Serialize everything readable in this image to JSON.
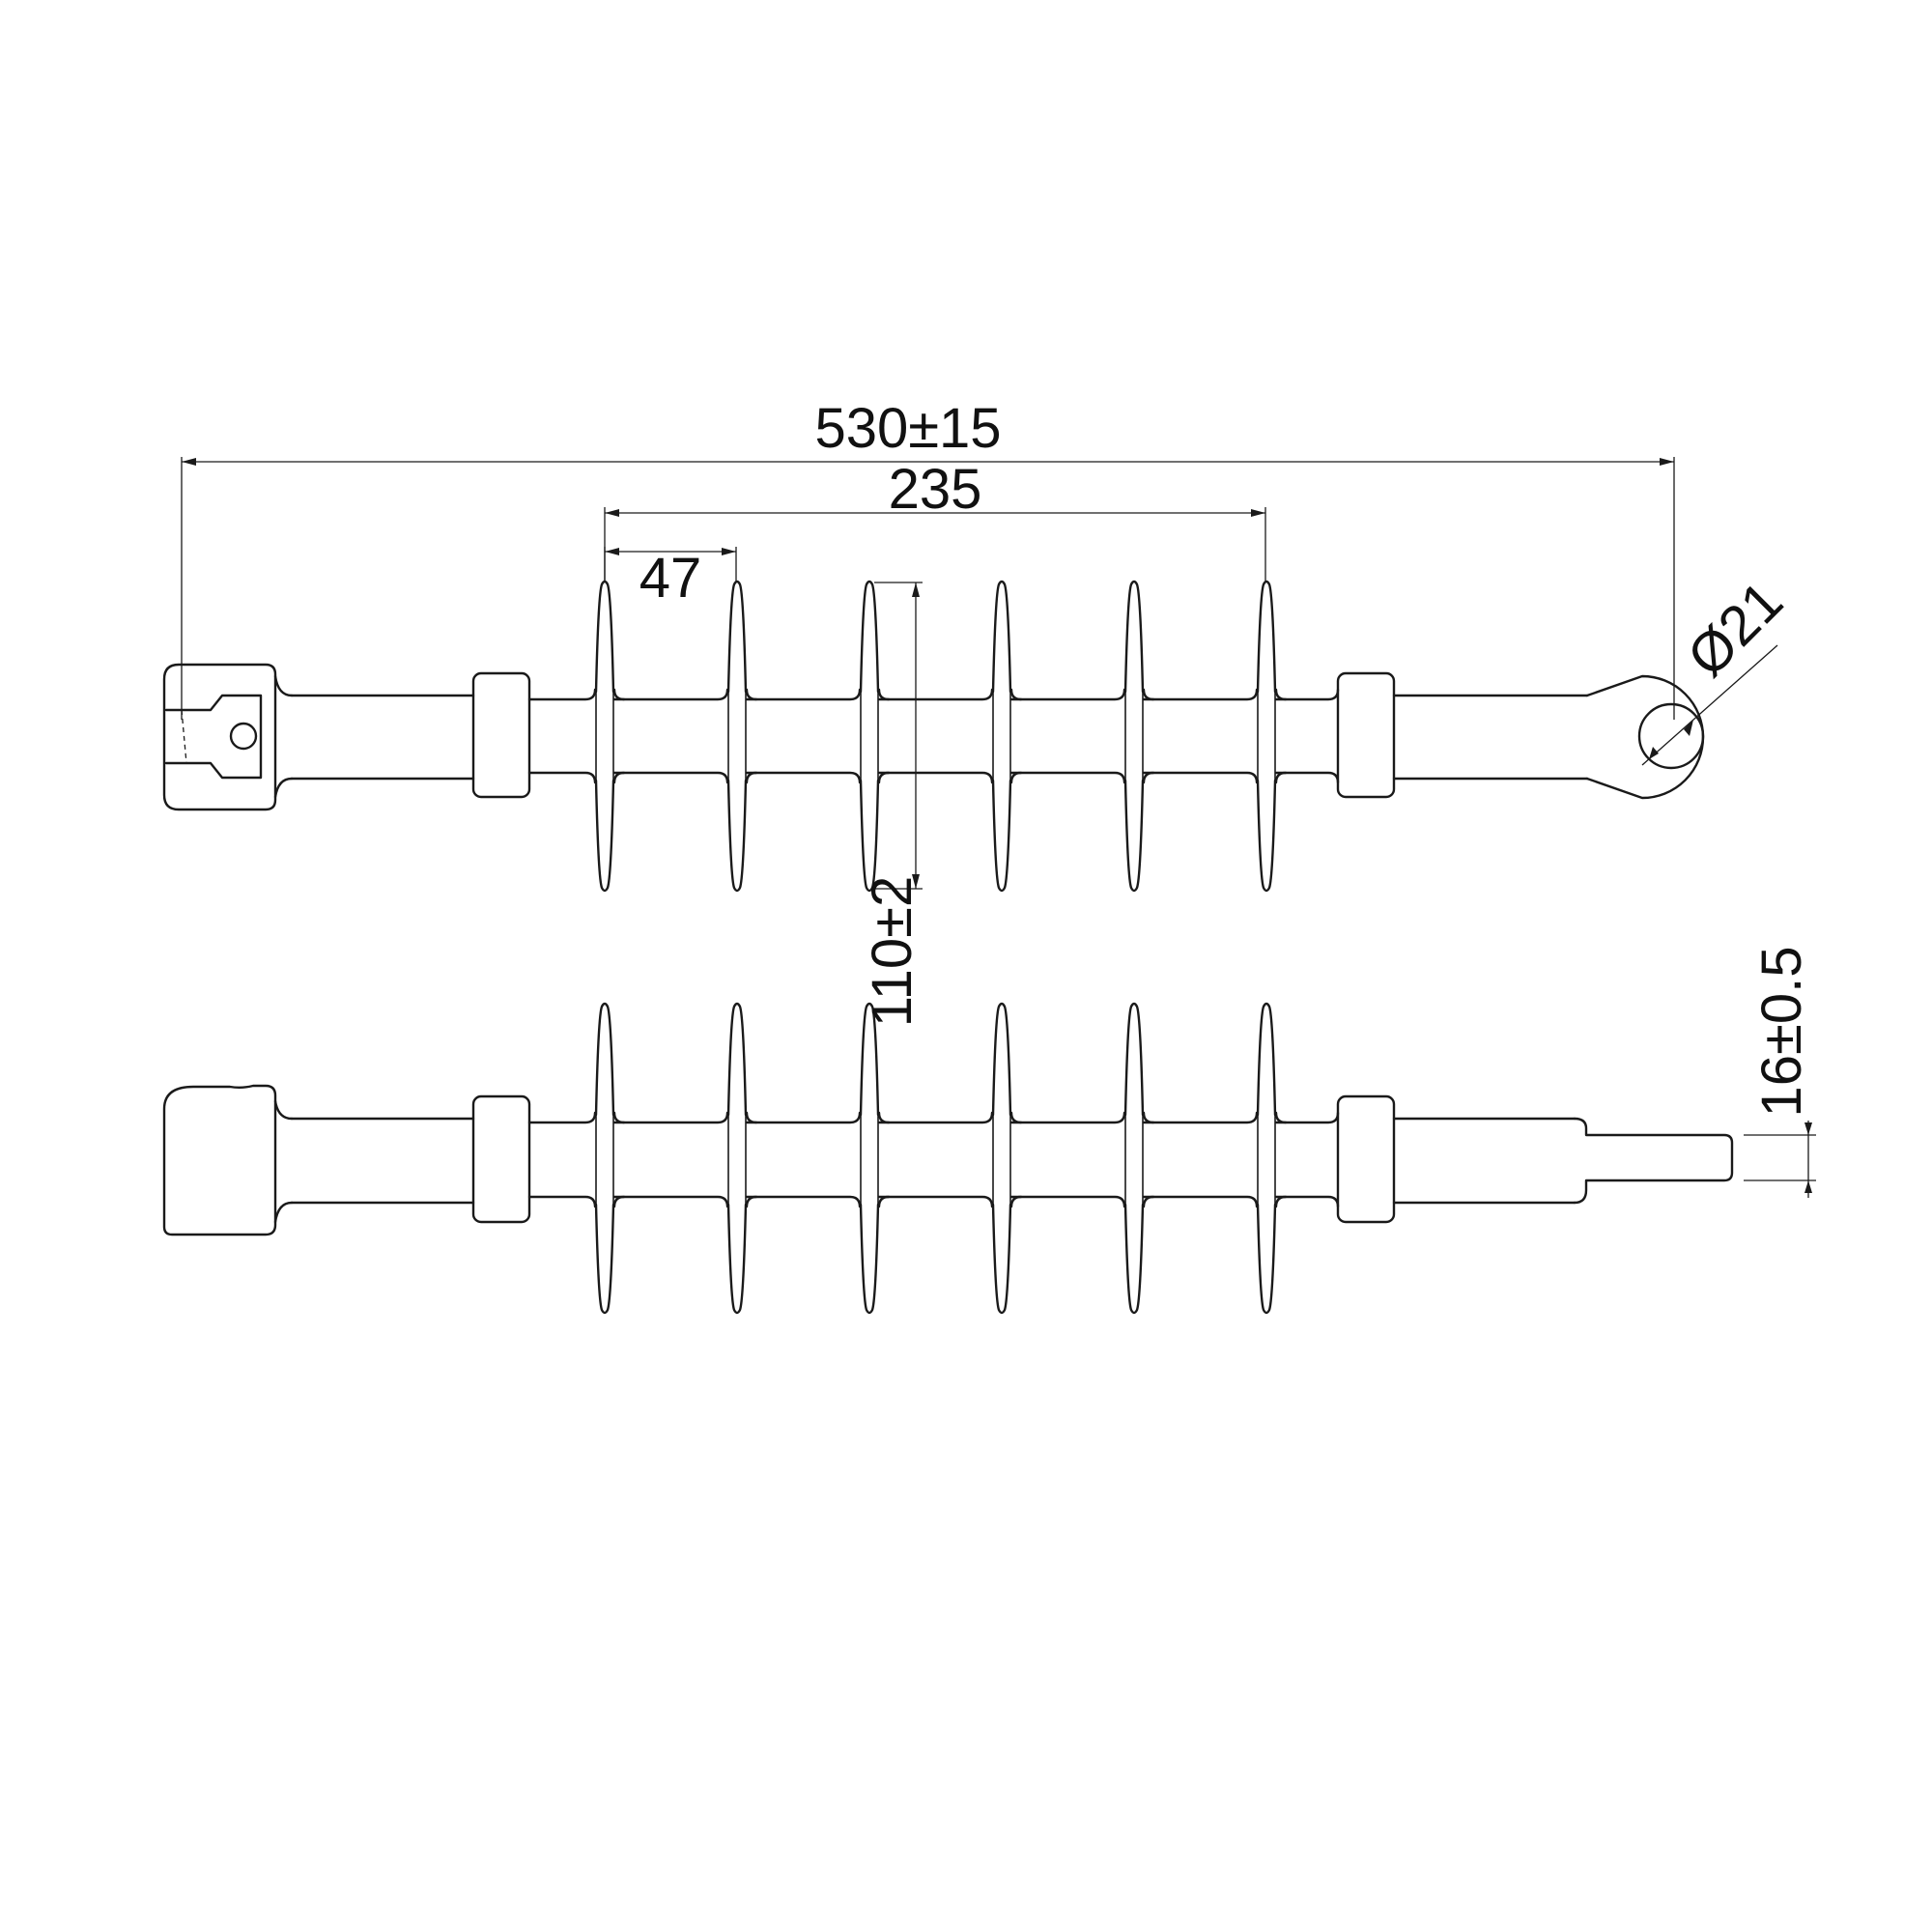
{
  "dimensions": {
    "overall_length": "530±15",
    "shed_span": "235",
    "shed_pitch": "47",
    "shed_diameter": "110±2",
    "hole_diameter": "Ø21",
    "tongue_thickness": "16±0.5"
  },
  "shed_count": 6,
  "line_color": "#1a1a1a"
}
